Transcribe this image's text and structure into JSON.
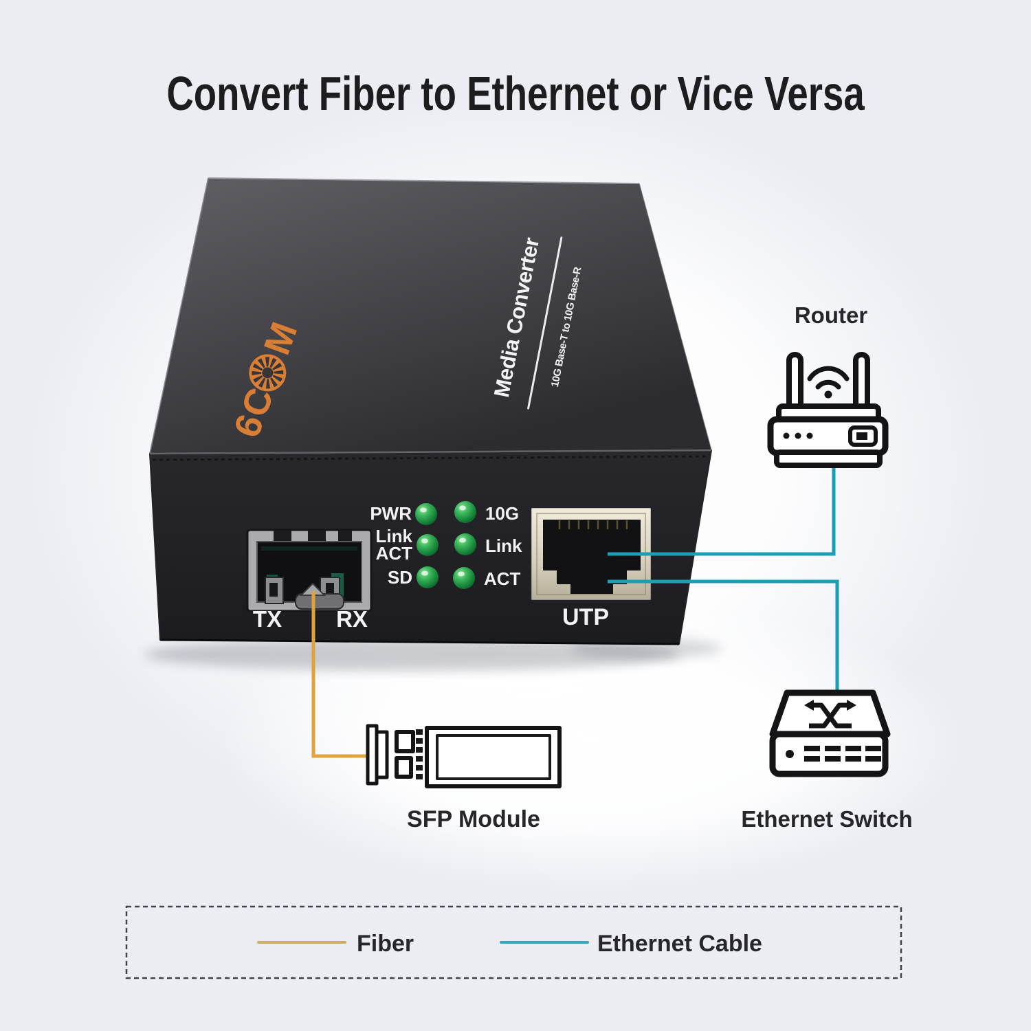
{
  "title": "Convert Fiber to Ethernet or Vice Versa",
  "device": {
    "brand_left": "6C",
    "brand_right": "M",
    "model_line1": "Media Converter",
    "model_line2": "10G Base-T to 10G Base-R",
    "ports": {
      "tx": "TX",
      "rx": "RX",
      "utp": "UTP"
    },
    "leds": {
      "row1_left": "PWR",
      "row1_right": "10G",
      "row2_left_line1": "Link",
      "row2_left_line2": "ACT",
      "row2_right": "Link",
      "row3_left": "SD",
      "row3_right": "ACT"
    }
  },
  "annotations": {
    "router": "Router",
    "ethernet_switch": "Ethernet Switch",
    "sfp_module": "SFP Module"
  },
  "legend": {
    "fiber": "Fiber",
    "ethernet_cable": "Ethernet Cable"
  },
  "colors": {
    "background": "#EBEDF3",
    "fiber_line": "#DEA33E",
    "fiber_swatch": "#CDAD63",
    "ethernet_line": "#1B9FB4",
    "ethernet_swatch": "#2FA9BC",
    "brand_orange": "#D97E35",
    "led_green": "#2FA04C"
  }
}
